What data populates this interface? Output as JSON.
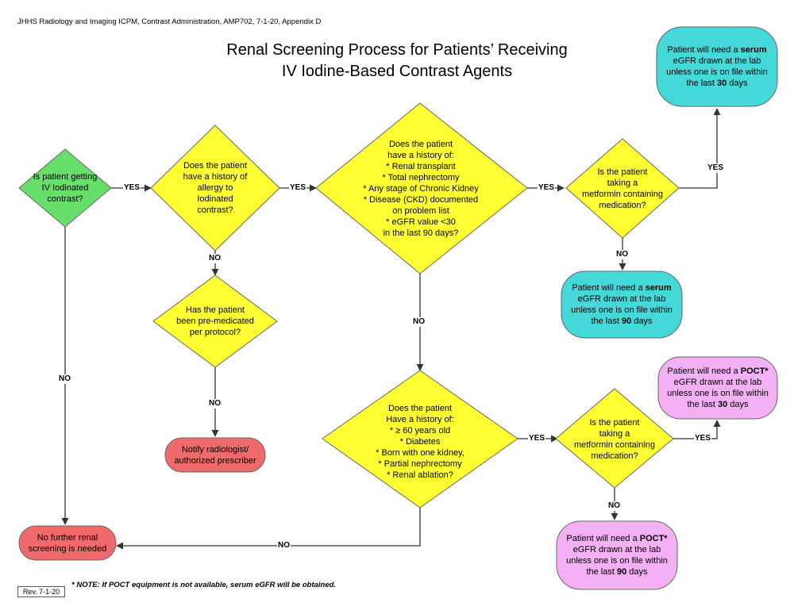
{
  "header": "JHHS Radiology and Imaging ICPM, Contrast Administration, AMP702, 7-1-20, Appendix D",
  "title": {
    "line1": "Renal Screening Process for Patients’ Receiving",
    "line2": "IV Iodine-Based Contrast Agents"
  },
  "colors": {
    "start": "#66e06a",
    "decision": "#ffff33",
    "stop": "#ef6b6b",
    "serum": "#44d8d8",
    "poct": "#f4b0f4",
    "line": "#333333"
  },
  "nodes": {
    "start": [
      "Is patient getting",
      "IV Iodinated",
      "contrast?"
    ],
    "allergy": [
      "Does the patient",
      "have a history of",
      "allergy to",
      "Iodinated",
      "contrast?"
    ],
    "premed": [
      "Has the patient",
      "been pre-medicated",
      "per protocol?"
    ],
    "notify": [
      "Notify radiologist/",
      "authorized prescriber"
    ],
    "renal": [
      "Does the patient",
      "have a history of:",
      "* Renal transplant",
      "* Total nephrectomy",
      "* Any stage of Chronic Kidney",
      "* Disease (CKD) documented",
      "on problem list",
      "* eGFR value <30",
      "in the last 90 days?"
    ],
    "metformin_top": [
      "Is the patient",
      "taking a",
      "metformin containing",
      "medication?"
    ],
    "serum30": {
      "l1a": "Patient will need a ",
      "l1b": "serum",
      "l2": "eGFR drawn at the lab",
      "l3": "unless one is on file within",
      "l4a": "the last ",
      "l4b": "30",
      "l4c": " days"
    },
    "serum90": {
      "l1a": "Patient will need a ",
      "l1b": "serum",
      "l2": "eGFR drawn at the lab",
      "l3": "unless one is on file within",
      "l4a": "the last ",
      "l4b": "90",
      "l4c": " days"
    },
    "risk": [
      "Does the patient",
      "Have a history of:",
      "* ≥ 60 years old",
      "* Diabetes",
      "* Born with one kidney,",
      "* Partial nephrectomy",
      "* Renal ablation?"
    ],
    "metformin_bottom": [
      "Is the patient",
      "taking a",
      "metformin containing",
      "medication?"
    ],
    "poct30": {
      "l1a": "Patient will need a ",
      "l1b": "POCT*",
      "l2": "eGFR drawn at the lab",
      "l3": "unless one is on file within",
      "l4a": "the last ",
      "l4b": "30",
      "l4c": " days"
    },
    "poct90": {
      "l1a": "Patient will need a ",
      "l1b": "POCT*",
      "l2": "eGFR drawn at the lab",
      "l3": "unless one is on file within",
      "l4a": "the last ",
      "l4b": "90",
      "l4c": " days"
    },
    "nofurther": [
      "No further renal",
      "screening is needed"
    ]
  },
  "labels": {
    "yes": "YES",
    "no": "NO"
  },
  "note": "* NOTE: If POCT equipment is not available, serum eGFR will be obtained.",
  "rev": "Rev. 7-1-20"
}
